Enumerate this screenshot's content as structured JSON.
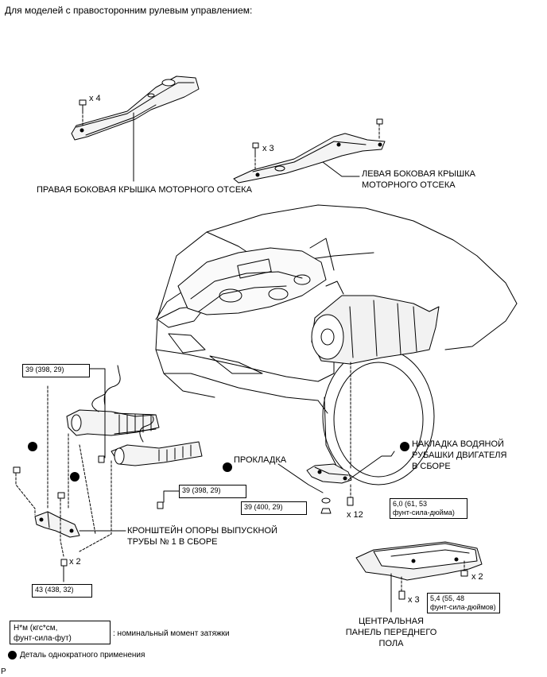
{
  "header": {
    "title": "Для моделей с правосторонним рулевым управлением:"
  },
  "labels": {
    "right_cover": "ПРАВАЯ БОКОВАЯ КРЫШКА МОТОРНОГО ОТСЕКА",
    "left_cover_1": "ЛЕВАЯ БОКОВАЯ КРЫШКА",
    "left_cover_2": "МОТОРНОГО ОТСЕКА",
    "water_jacket_1": "НАКЛАДКА ВОДЯНОЙ",
    "water_jacket_2": "РУБАШКИ ДВИГАТЕЛЯ",
    "water_jacket_3": "В СБОРЕ",
    "gasket": "ПРОКЛАДКА",
    "bracket_1": "КРОНШТЕЙН ОПОРЫ ВЫПУСКНОЙ",
    "bracket_2": "ТРУБЫ № 1 В СБОРЕ",
    "center_panel_1": "ЦЕНТРАЛЬНАЯ",
    "center_panel_2": "ПАНЕЛЬ ПЕРЕДНЕГО",
    "center_panel_3": "ПОЛА"
  },
  "quantities": {
    "x4": "x 4",
    "x3_top": "x 3",
    "x12": "x 12",
    "x2_left": "x 2",
    "x3_bottom": "x 3",
    "x2_right": "x 2"
  },
  "torques": {
    "t1": "39 (398, 29)",
    "t2": "39 (398, 29)",
    "t3": "39 (400, 29)",
    "t4_1": "6,0 (61, 53",
    "t4_2": "фунт-сила-дюйма)",
    "t5": "43 (438, 32)",
    "t6_1": "5,4 (55, 48",
    "t6_2": "фунт-сила-дюймов)"
  },
  "legend": {
    "unit_1": "Н*м (кгс*см,",
    "unit_2": "фунт-сила-фут)",
    "unit_desc": ": номинальный момент затяжки",
    "one_time": "Деталь однократного применения"
  },
  "footer": {
    "code": "P"
  }
}
